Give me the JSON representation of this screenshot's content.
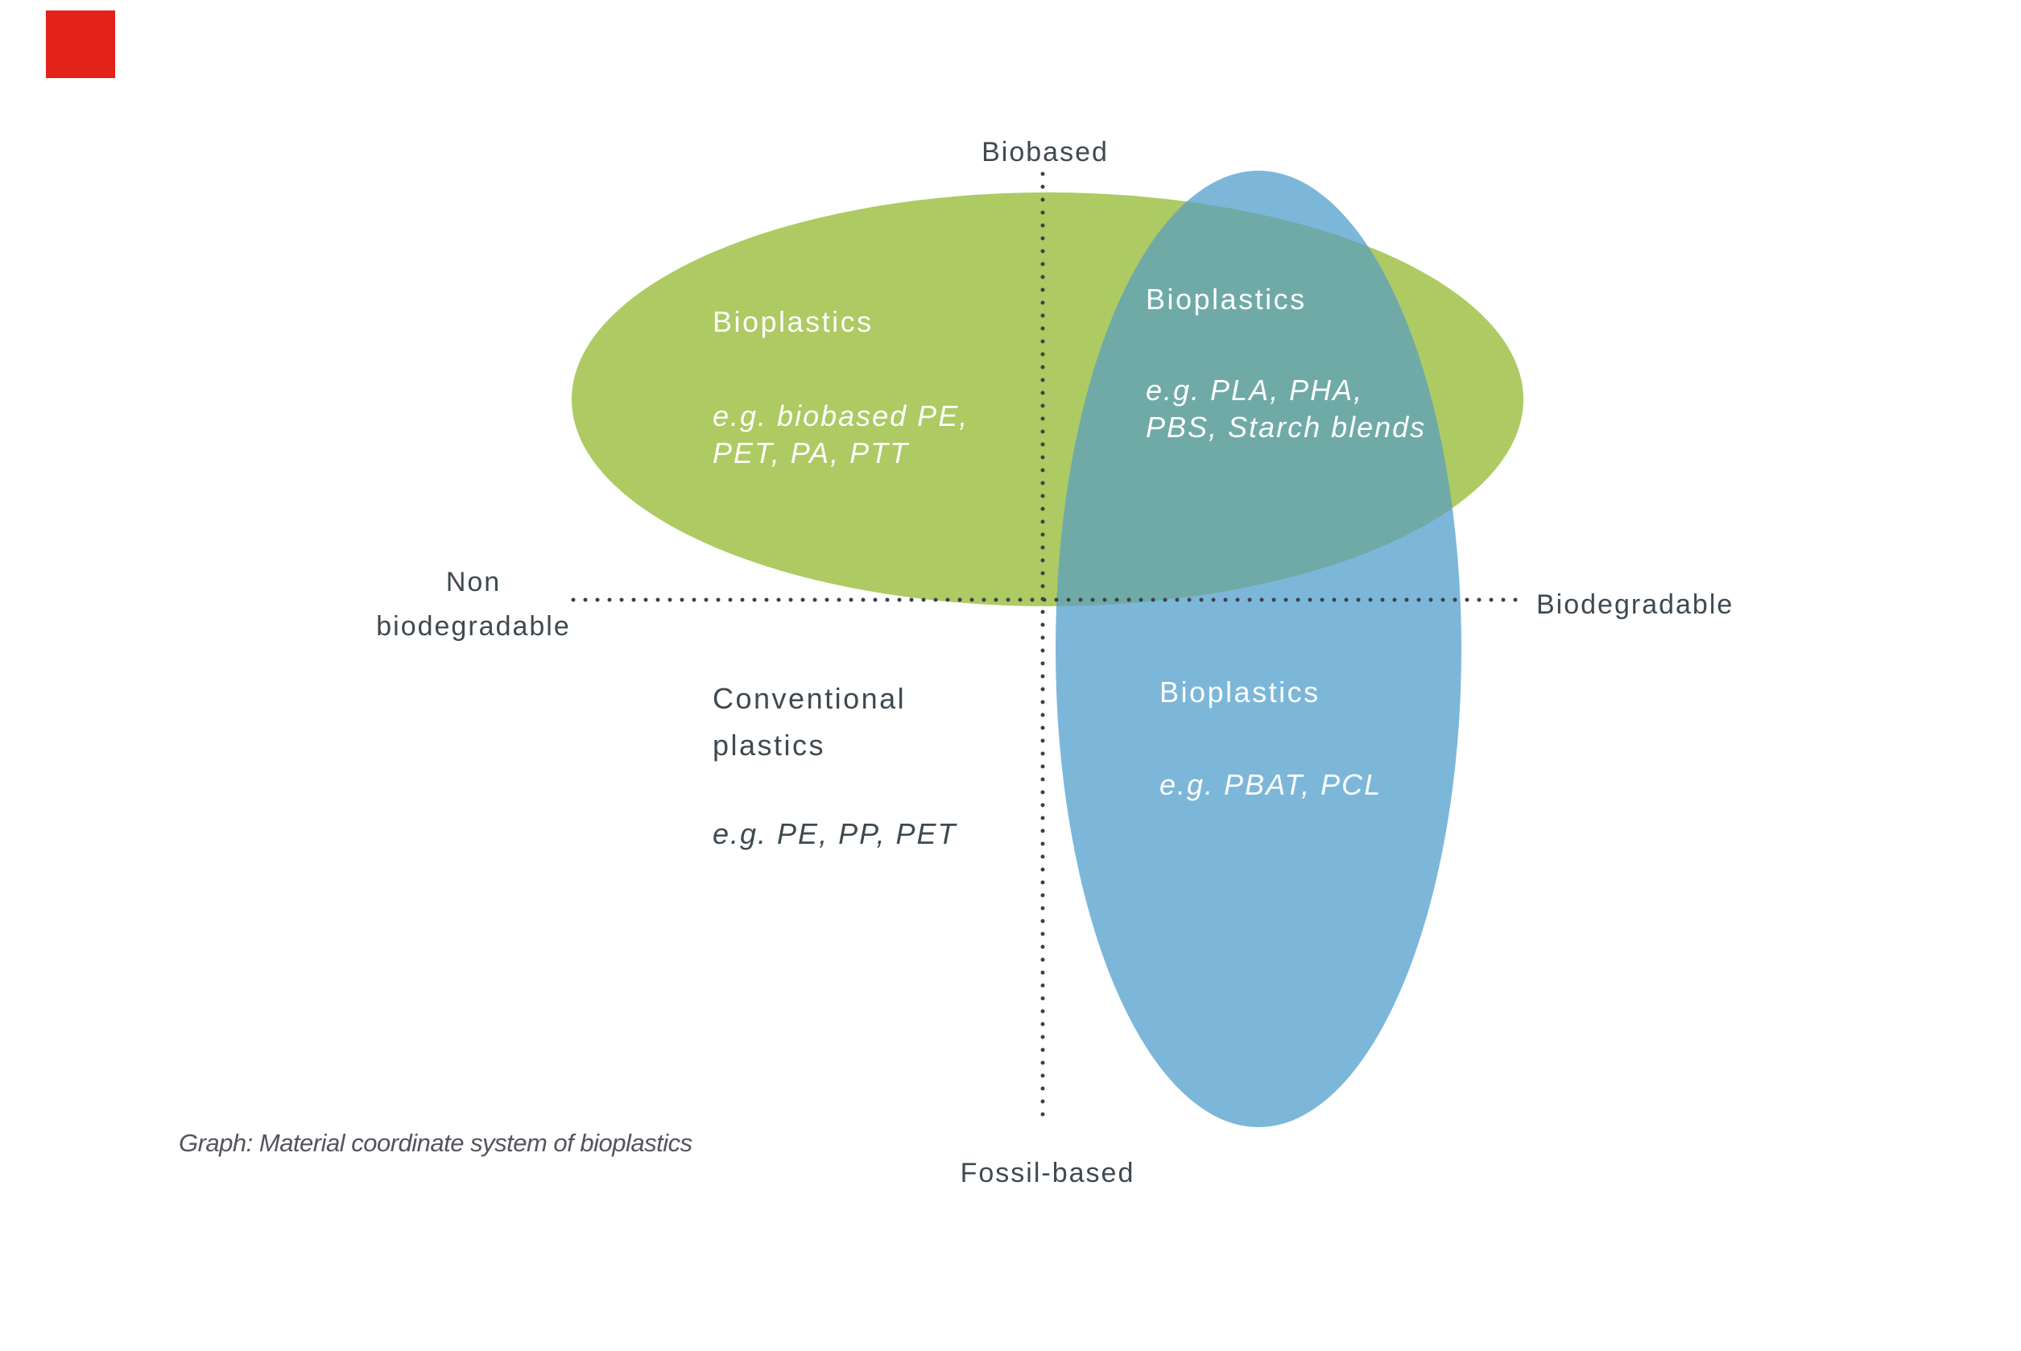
{
  "colors": {
    "green": "#aeca63",
    "blue": "#7cb7d9",
    "overlap": "#6faaa7",
    "axis_dots": "#3a414b",
    "axis_text": "#3e4950",
    "caption_text": "#54545c",
    "region_text_light": "#ffffff",
    "marker_red": "#e32219"
  },
  "axes": {
    "top": "Biobased",
    "bottom": "Fossil-based",
    "left": "Non\nbiodegradable",
    "right": "Biodegradable"
  },
  "regions": {
    "green": {
      "title": "Bioplastics",
      "examples": "e.g. biobased PE,\nPET, PA, PTT"
    },
    "overlap": {
      "title": "Bioplastics",
      "examples": "e.g. PLA, PHA,\nPBS, Starch blends"
    },
    "blue": {
      "title": "Bioplastics",
      "examples": "e.g. PBAT, PCL"
    },
    "conventional": {
      "title": "Conventional\nplastics",
      "examples": "e.g. PE, PP, PET"
    }
  },
  "caption": "Graph: Material coordinate system of bioplastics"
}
